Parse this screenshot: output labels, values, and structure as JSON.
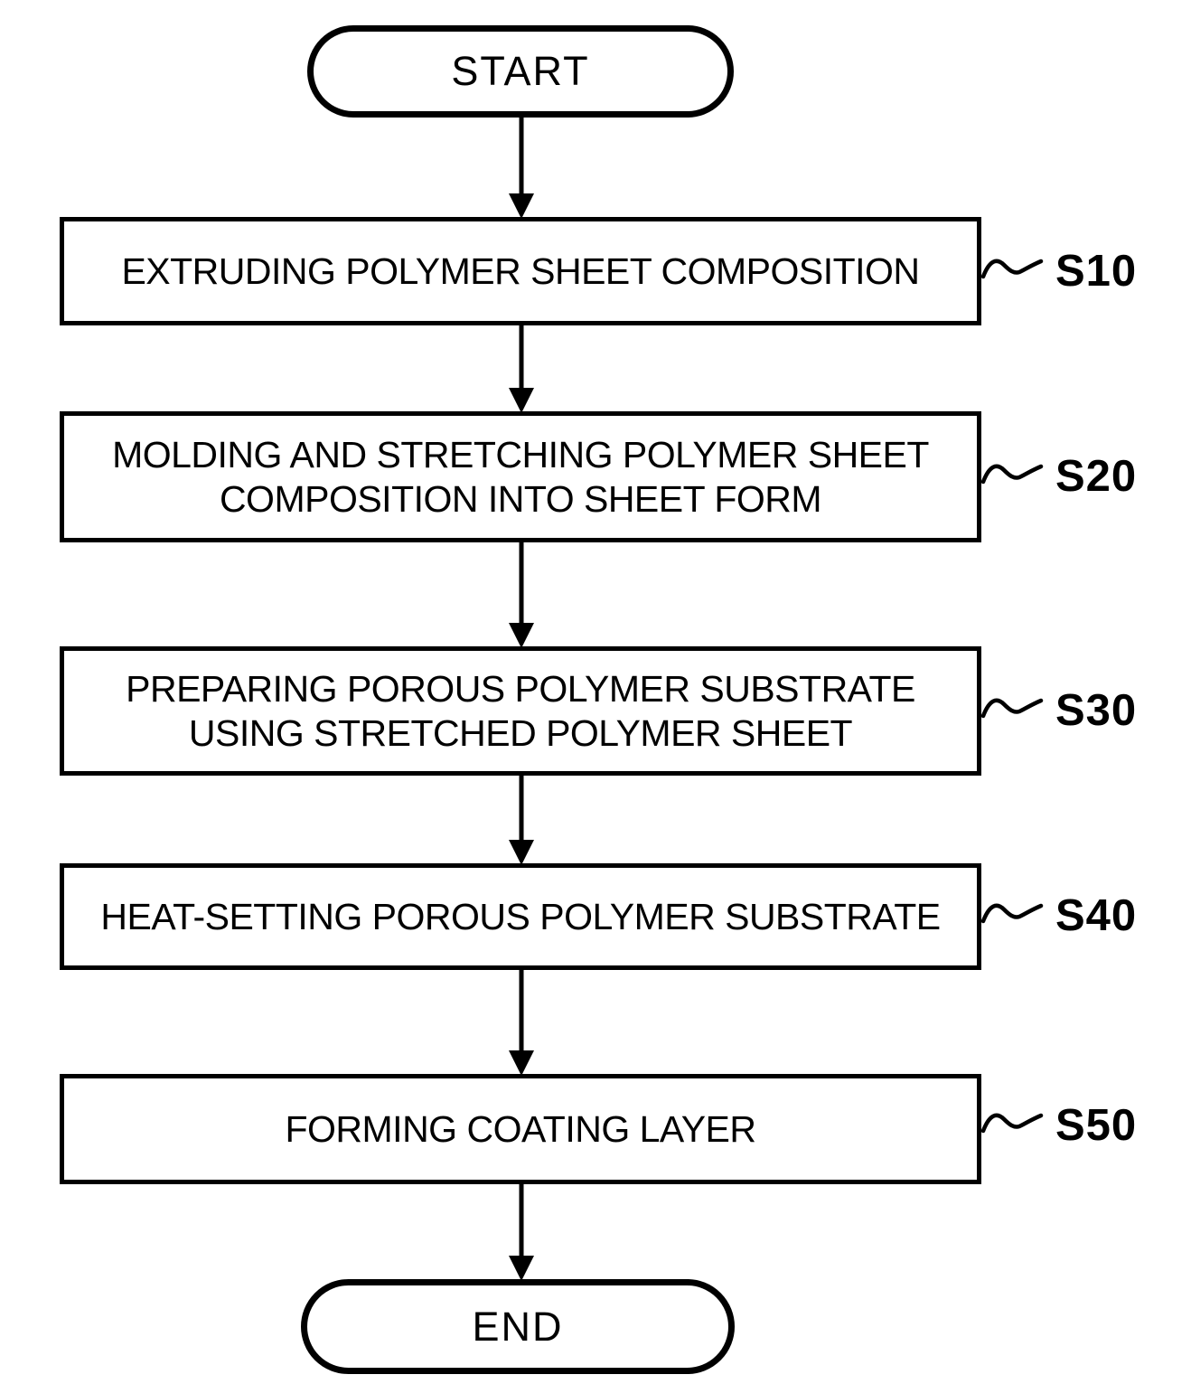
{
  "figure": {
    "type": "flowchart",
    "start_label": "START",
    "end_label": "END",
    "steps": [
      {
        "label": "EXTRUDING POLYMER SHEET COMPOSITION",
        "tag": "S10"
      },
      {
        "label": "MOLDING AND STRETCHING POLYMER SHEET\nCOMPOSITION INTO SHEET FORM",
        "tag": "S20"
      },
      {
        "label": "PREPARING POROUS POLYMER SUBSTRATE\nUSING STRETCHED POLYMER SHEET",
        "tag": "S30"
      },
      {
        "label": "HEAT-SETTING POROUS POLYMER SUBSTRATE",
        "tag": "S40"
      },
      {
        "label": "FORMING COATING LAYER",
        "tag": "S50"
      }
    ],
    "colors": {
      "line": "#000000",
      "background": "#ffffff"
    }
  }
}
